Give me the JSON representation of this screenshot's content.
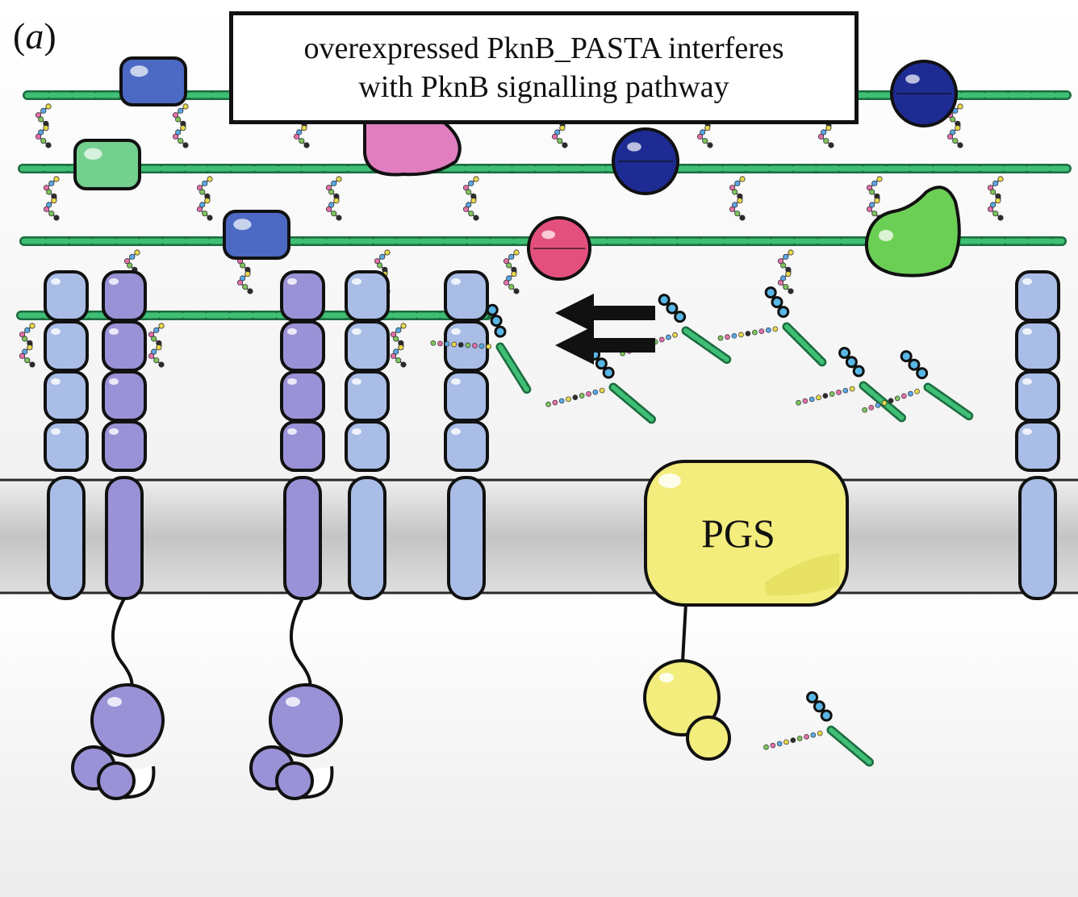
{
  "figure": {
    "panel_label": "a",
    "title_line1": "overexpressed PknB_PASTA interferes",
    "title_line2": "with PknB signalling pathway",
    "enzyme_label": "PGS"
  },
  "colors": {
    "glycan_green": "#3fbf75",
    "glycan_dark": "#1d6b3f",
    "pasta_light_blue": "#a9bde6",
    "pasta_purple": "#9a92d6",
    "pgs_yellow": "#f2ed7c",
    "membrane_gray": "#c8c8c8",
    "pink_protein": "#e07ec0",
    "red_protein": "#e4507e",
    "green_protein": "#6ccf55",
    "blue_protein": "#4c6ac4",
    "navy_protein": "#1d2b93",
    "arrow_black": "#111111"
  },
  "icons": {
    "pasta_receptor": "pknb-pasta-receptor-icon",
    "kinase": "kinase-domain-icon",
    "enzyme": "pgs-enzyme-icon",
    "muropeptide": "muropeptide-fragment-icon",
    "arrows": "double-arrow-left-icon"
  }
}
